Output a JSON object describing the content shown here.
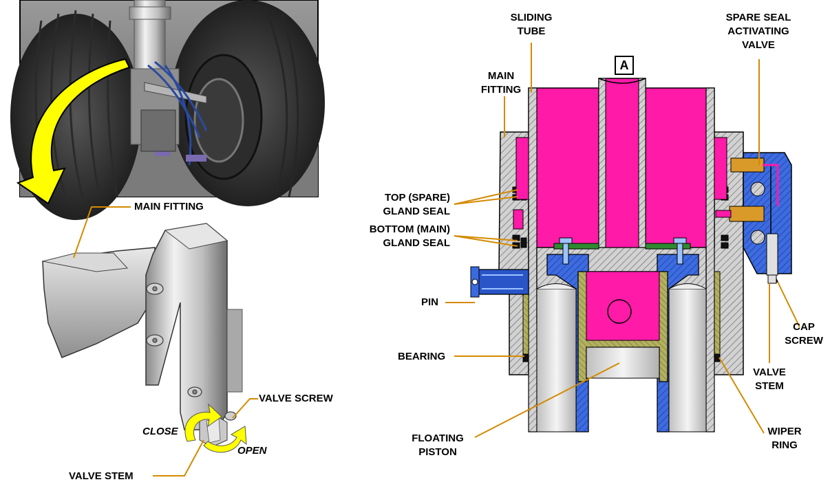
{
  "colors": {
    "pink": "#ff1aa8",
    "hatch_gray": "#c8c8c8",
    "blue": "#2a55c9",
    "green": "#2f8a2f",
    "olive": "#9c9a45",
    "leader": "#d48a00",
    "arrow_yellow": "#ffff00"
  },
  "left_view": {
    "labels": {
      "main_fitting": "MAIN FITTING",
      "valve_screw": "VALVE SCREW",
      "close": "CLOSE",
      "open": "OPEN",
      "valve_stem": "VALVE STEM"
    }
  },
  "section_view": {
    "marker": "A",
    "labels": {
      "sliding_tube": [
        "SLIDING",
        "TUBE"
      ],
      "spare_seal_valve": [
        "SPARE SEAL",
        "ACTIVATING",
        "VALVE"
      ],
      "main_fitting": [
        "MAIN",
        "FITTING"
      ],
      "top_gland_seal": [
        "TOP (SPARE)",
        "GLAND SEAL"
      ],
      "bottom_gland_seal": [
        "BOTTOM (MAIN)",
        "GLAND SEAL"
      ],
      "pin": "PIN",
      "bearing": "BEARING",
      "floating_piston": [
        "FLOATING",
        "PISTON"
      ],
      "cap_screw": [
        "CAP",
        "SCREW"
      ],
      "valve_stem": [
        "VALVE",
        "STEM"
      ],
      "wiper_ring": [
        "WIPER",
        "RING"
      ]
    }
  }
}
